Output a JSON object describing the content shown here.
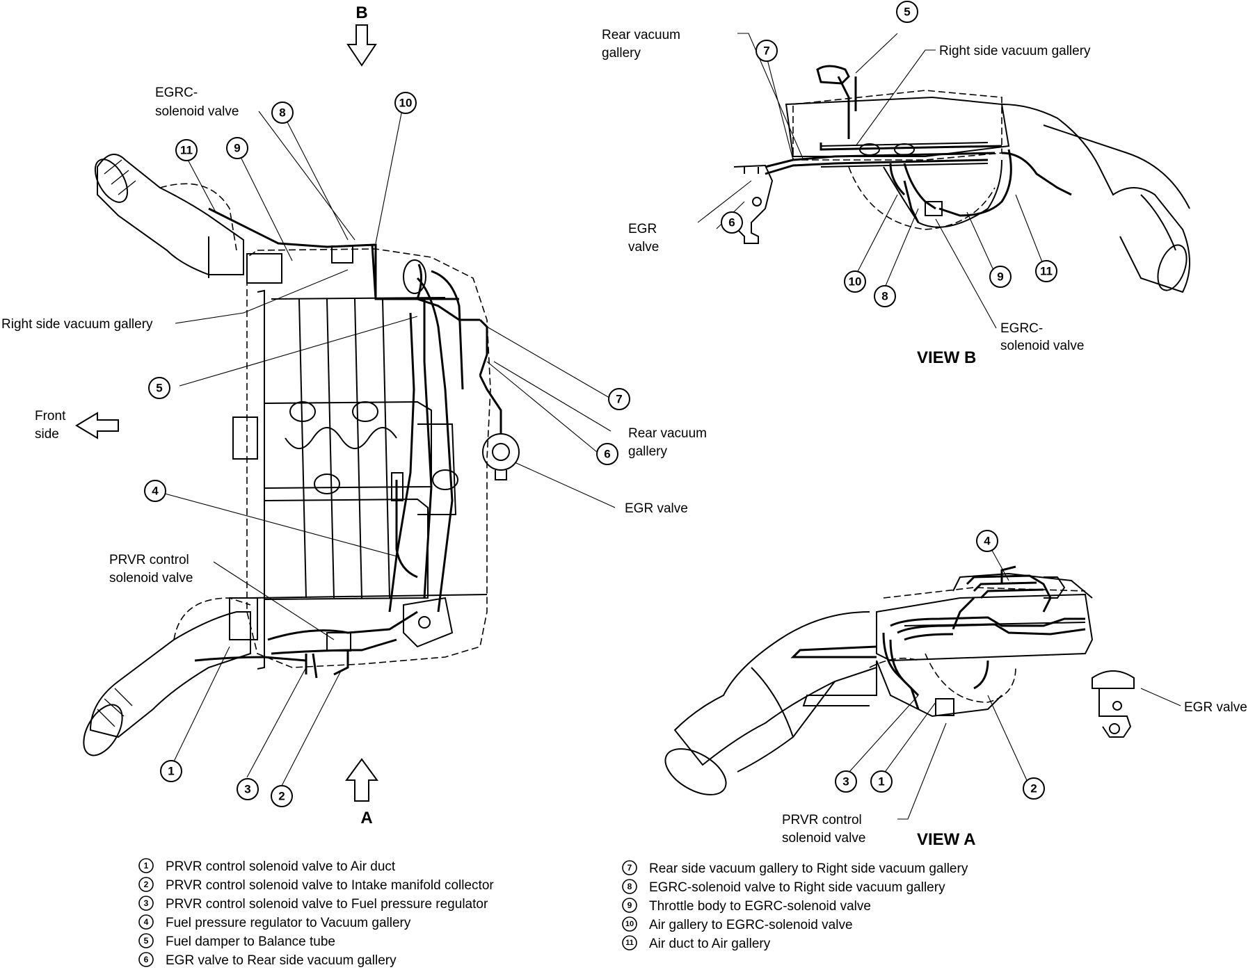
{
  "view_labels": {
    "view_a_arrow": "A",
    "view_b_arrow": "B",
    "view_a_title": "VIEW A",
    "view_b_title": "VIEW B"
  },
  "main_labels": {
    "egrc_line1": "EGRC-",
    "egrc_line2": "solenoid valve",
    "right_side_gallery": "Right side vacuum gallery",
    "front_line1": "Front",
    "front_line2": "side",
    "rear_line1": "Rear vacuum",
    "rear_line2": "gallery",
    "egr_valve": "EGR valve",
    "prvr_line1": "PRVR control",
    "prvr_line2": "solenoid valve"
  },
  "view_b_labels": {
    "rear_line1": "Rear vacuum",
    "rear_line2": "gallery",
    "right_side_gallery": "Right side vacuum gallery",
    "egr_line1": "EGR",
    "egr_line2": "valve",
    "egrc_line1": "EGRC-",
    "egrc_line2": "solenoid valve"
  },
  "view_a_labels": {
    "egr_valve": "EGR valve",
    "prvr_line1": "PRVR control",
    "prvr_line2": "solenoid valve"
  },
  "callout_numbers": [
    "1",
    "2",
    "3",
    "4",
    "5",
    "6",
    "7",
    "8",
    "9",
    "10",
    "11"
  ],
  "legend": {
    "left": [
      {
        "num": "1",
        "text": "PRVR control solenoid valve to Air duct"
      },
      {
        "num": "2",
        "text": "PRVR control solenoid valve to Intake manifold collector"
      },
      {
        "num": "3",
        "text": "PRVR control solenoid valve to Fuel pressure regulator"
      },
      {
        "num": "4",
        "text": "Fuel pressure regulator to Vacuum gallery"
      },
      {
        "num": "5",
        "text": "Fuel damper to Balance tube"
      },
      {
        "num": "6",
        "text": "EGR valve to Rear side vacuum gallery"
      }
    ],
    "right": [
      {
        "num": "7",
        "text": "Rear side vacuum gallery to Right side vacuum gallery"
      },
      {
        "num": "8",
        "text": "EGRC-solenoid valve to Right side vacuum gallery"
      },
      {
        "num": "9",
        "text": "Throttle body to EGRC-solenoid valve"
      },
      {
        "num": "10",
        "text": "Air gallery to EGRC-solenoid valve"
      },
      {
        "num": "11",
        "text": "Air duct to Air gallery"
      }
    ]
  }
}
